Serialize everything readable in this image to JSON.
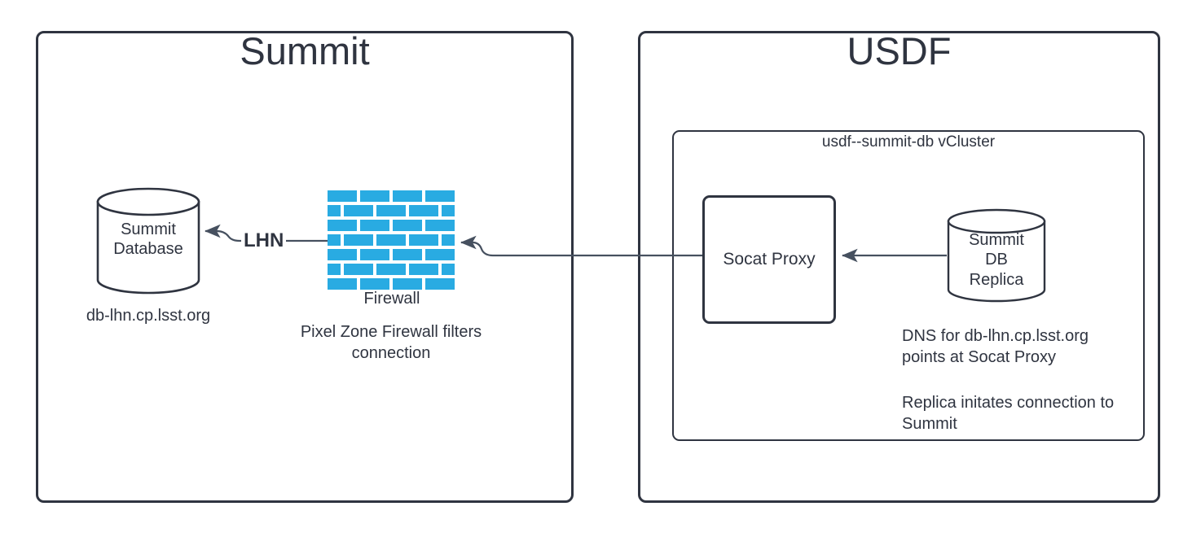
{
  "diagram": {
    "background": "#ffffff",
    "stroke_color": "#2f3440",
    "brick_color": "#29abe2"
  },
  "zones": {
    "summit": {
      "title": "Summit",
      "database": {
        "label_line1": "Summit",
        "label_line2": "Database",
        "caption": "db-lhn.cp.lsst.org"
      },
      "firewall": {
        "label": "Firewall",
        "caption_line1": "Pixel Zone Firewall filters",
        "caption_line2": "connection"
      },
      "link_label": "LHN"
    },
    "usdf": {
      "title": "USDF",
      "vcluster": {
        "title": "usdf--summit-db vCluster",
        "proxy": {
          "label": "Socat Proxy"
        },
        "replica": {
          "label_line1": "Summit",
          "label_line2": "DB",
          "label_line3": "Replica"
        },
        "note_dns_line1": "DNS for db-lhn.cp.lsst.org",
        "note_dns_line2": "points at Socat Proxy",
        "note_replica_line1": "Replica initates connection to",
        "note_replica_line2": "Summit"
      }
    }
  }
}
